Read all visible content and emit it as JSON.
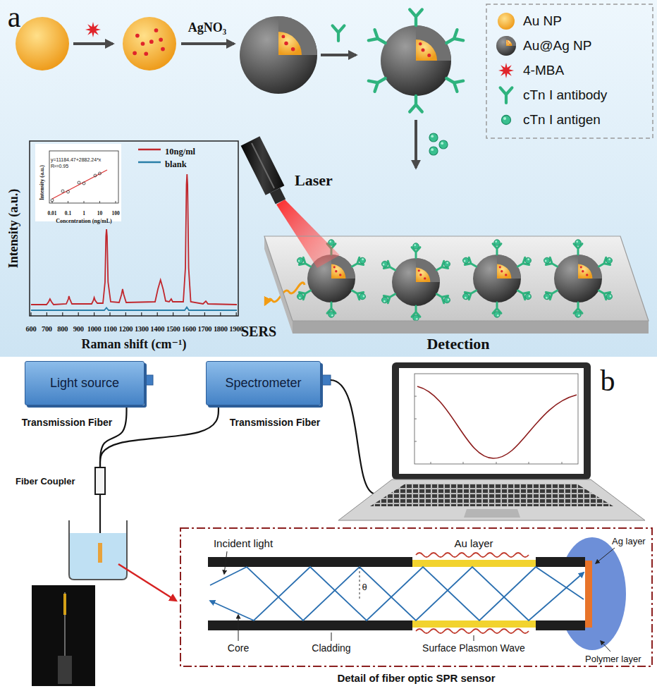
{
  "diagram": {
    "nodes": [
      {
        "text": [
          "Detection"
        ]
      },
      {
        "text": [
          "Light source"
        ]
      },
      {
        "text": [
          "Spectrometer"
        ]
      },
      {
        "text": [
          "Fiber Coupler"
        ]
      },
      {
        "text": [
          "Detail of fiber optic SPR sensor"
        ]
      }
    ],
    "edges": [
      {
        "from": 1,
        "to": 3,
        "label": "Transmission Fiber",
        "arrow": "none"
      },
      {
        "from": 2,
        "to": 3,
        "label": "Transmission Fiber",
        "arrow": "none"
      }
    ],
    "labels": [
      "a",
      "AgNO₃",
      "Laser",
      "SERS",
      "Intensity (a.u.)",
      "600",
      "700",
      "800",
      "900",
      "1000",
      "1100",
      "1200",
      "1300",
      "1400",
      "1500",
      "1600",
      "1700",
      "1800",
      "1900",
      "Raman shift (cm⁻¹)",
      "y=11184.47+2882.24*x",
      "R²=0.95",
      "Intensity (a.u.)",
      "0.01",
      "0.1",
      "1",
      "10",
      "100",
      "Concentration (ng/mL)",
      "b",
      "Incident light",
      "θ",
      "Au layer",
      "Ag layer",
      "Core",
      "Cladding",
      "Surface Plasmon Wave",
      "Polymer layer"
    ],
    "legend": [
      {
        "text": "Au NP"
      },
      {
        "text": "Au@Ag NP"
      },
      {
        "text": "4-MBA"
      },
      {
        "text": "cTn I antibody"
      },
      {
        "text": "cTn I antigen"
      },
      {
        "text": "10ng/ml"
      },
      {
        "text": "blank"
      }
    ]
  }
}
